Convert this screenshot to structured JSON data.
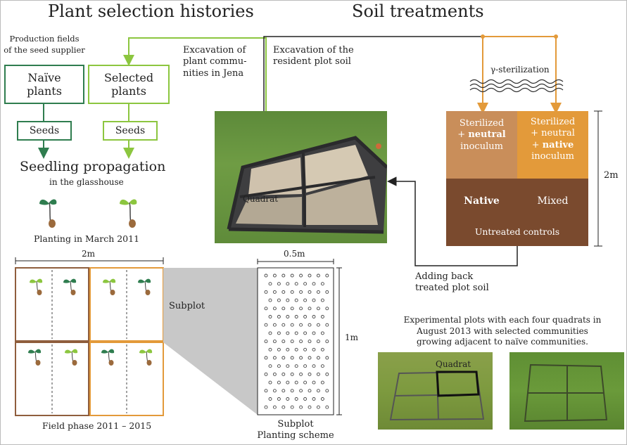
{
  "headings": {
    "left": "Plant selection histories",
    "right": "Soil treatments"
  },
  "plant_selection": {
    "production_fields": "Production fields\nof the seed supplier",
    "naive_plants": "Naïve\nplants",
    "selected_plants": "Selected\nplants",
    "seeds_left": "Seeds",
    "seeds_right": "Seeds",
    "excavation_plant": "Excavation of\nplant commu-\nnities in Jena",
    "seedling_propagation": "Seedling propagation",
    "glasshouse": "in the glasshouse",
    "planting": "Planting in March 2011"
  },
  "soil": {
    "excavation_soil": "Excavation of the\nresident plot soil",
    "gamma": "γ-sterilization",
    "sterilized_neutral": {
      "a": "Sterilized",
      "b": "+ ",
      "bold": "neutral",
      "c": "inoculum"
    },
    "sterilized_native": {
      "a": "Sterilized",
      "b": "+ neutral",
      "c": "+ ",
      "bold": "native",
      "d": "inoculum"
    },
    "native": "Native",
    "mixed": "Mixed",
    "untreated": "Untreated controls",
    "dim_2m_right": "2m",
    "adding_back": "Adding back\ntreated plot soil",
    "photo_quadrat": "Quadrat"
  },
  "field": {
    "dim_2m": "2m",
    "subplot": "Subplot",
    "field_phase": "Field phase 2011 – 2015",
    "dim_05m": "0.5m",
    "dim_1m": "1m",
    "subplot_caption": "Subplot\nPlanting scheme"
  },
  "experiment": {
    "caption": "Experimental plots with each four quadrats in\nAugust 2013 with selected communities\ngrowing adjacent to naïve communities.",
    "quadrat": "Quadrat"
  },
  "colors": {
    "green_dark": "#2f7d4f",
    "green_light": "#8cc63f",
    "orange": "#e39a3a",
    "tan": "#c98e5a",
    "brown_dark": "#7a4a2e",
    "brown_mid": "#8f5e3d"
  }
}
